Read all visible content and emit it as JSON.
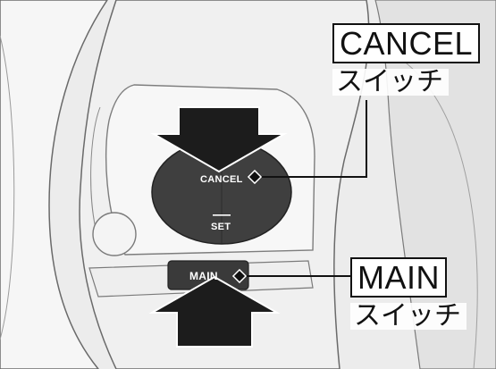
{
  "callouts": {
    "cancel": {
      "title": "CANCEL",
      "subtitle": "スイッチ"
    },
    "main": {
      "title": "MAIN",
      "subtitle": "スイッチ"
    }
  },
  "buttons": {
    "cancel_label": "CANCEL",
    "set_label": "SET",
    "main_label": "MAIN"
  },
  "colors": {
    "background": "#e8e8e8",
    "panel": "#f2f2f2",
    "switch": "#3d3d3d",
    "arrow": "#1a1a1a",
    "leader": "#111111"
  }
}
